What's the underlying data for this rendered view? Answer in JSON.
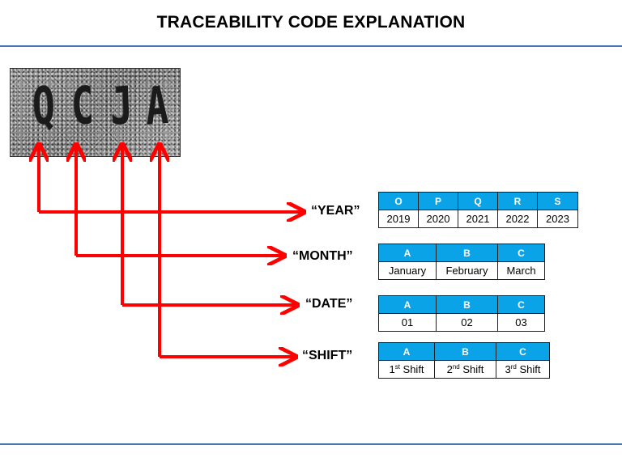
{
  "title": "TRACEABILITY CODE EXPLANATION",
  "stamp": {
    "chars": [
      "Q",
      "C",
      "J",
      "A"
    ]
  },
  "labels": {
    "year": "“YEAR”",
    "month": "“MONTH”",
    "date": "“DATE”",
    "shift": "“SHIFT”"
  },
  "colors": {
    "arrow": "#ff0000",
    "header_fill": "#0aa3e8",
    "rule": "#4a76b8"
  },
  "tables": {
    "year": {
      "codes": [
        "O",
        "P",
        "Q",
        "R",
        "S"
      ],
      "values": [
        "2019",
        "2020",
        "2021",
        "2022",
        "2023"
      ]
    },
    "month": {
      "codes": [
        "A",
        "B",
        "C"
      ],
      "values": [
        "January",
        "February",
        "March"
      ]
    },
    "date": {
      "codes": [
        "A",
        "B",
        "C"
      ],
      "values": [
        "01",
        "02",
        "03"
      ]
    },
    "shift": {
      "codes": [
        "A",
        "B",
        "C"
      ],
      "values": [
        {
          "num": "1",
          "sup": "st",
          "word": " Shift"
        },
        {
          "num": "2",
          "sup": "nd",
          "word": " Shift"
        },
        {
          "num": "3",
          "sup": "rd",
          "word": " Shift"
        }
      ]
    }
  }
}
